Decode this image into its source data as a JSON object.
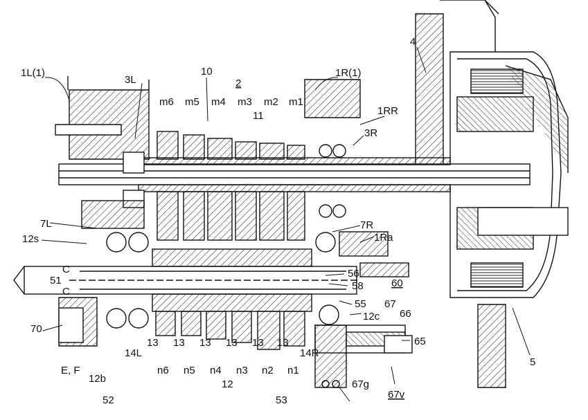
{
  "labels": {
    "housing_left": "1L(1)",
    "housing_right": "1R(1)",
    "bearing_3L": "3L",
    "ref_10": "10",
    "ref_2": "2",
    "ref_4": "4",
    "ref_1RR": "1RR",
    "bearing_3R": "3R",
    "m6": "m6",
    "m5": "m5",
    "m4": "m4",
    "m3": "m3",
    "m2": "m2",
    "m1": "m1",
    "ref_11": "11",
    "bearing_7L": "7L",
    "bearing_7R": "7R",
    "ref_12s": "12s",
    "ref_1Ra": "1Ra",
    "C_upper": "C",
    "C_lower": "C",
    "ref_51": "51",
    "ref_56": "56",
    "ref_58": "58",
    "ref_60": "60",
    "ref_55": "55",
    "ref_67": "67",
    "ref_12c": "12c",
    "ref_66": "66",
    "ref_70": "70",
    "ref_65": "65",
    "ref_5": "5",
    "EF": "E, F",
    "ref_12b": "12b",
    "ref_14L": "14L",
    "ref_14R": "14R",
    "ref_13": "13",
    "n6": "n6",
    "n5": "n5",
    "n4": "n4",
    "n3": "n3",
    "n2": "n2",
    "n1": "n1",
    "ref_12": "12",
    "ref_52": "52",
    "ref_53": "53",
    "ref_67g": "67g",
    "ref_67v": "67v"
  }
}
